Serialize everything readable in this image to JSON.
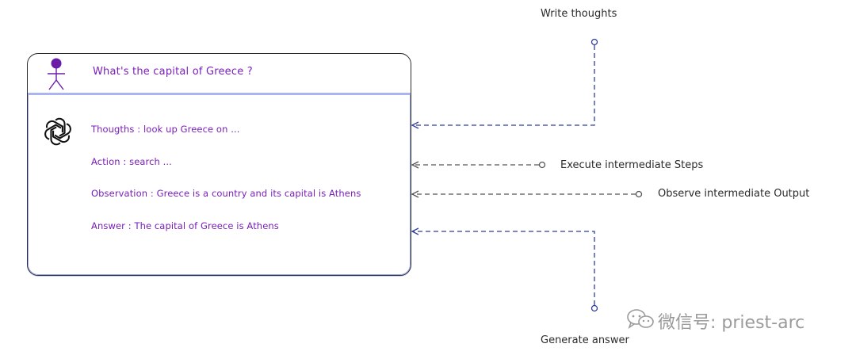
{
  "question": "What's the capital of Greece  ?",
  "steps": {
    "thoughts": "Thougths : look up Greece on ...",
    "action": "Action : search ...",
    "observation": "Observation : Greece is a country and its capital is Athens",
    "answer": "Answer : The capital of Greece is Athens"
  },
  "annotations": {
    "write_thoughts": "Write thoughts",
    "execute_steps": "Execute intermediate Steps",
    "observe_output": "Observe intermediate Output",
    "generate_answer": "Generate answer"
  },
  "watermark": "微信号: priest-arc",
  "icons": {
    "user": "stick-figure-user-icon",
    "ai": "openai-logo-icon",
    "watermark": "wechat-icon"
  },
  "colors": {
    "text_purple": "#7a1fb8",
    "arrow_blue": "#2f3f9e",
    "arrow_gray": "#555555",
    "card_border": "#2b2b2b",
    "card_inner_border": "#9aa6ec"
  }
}
